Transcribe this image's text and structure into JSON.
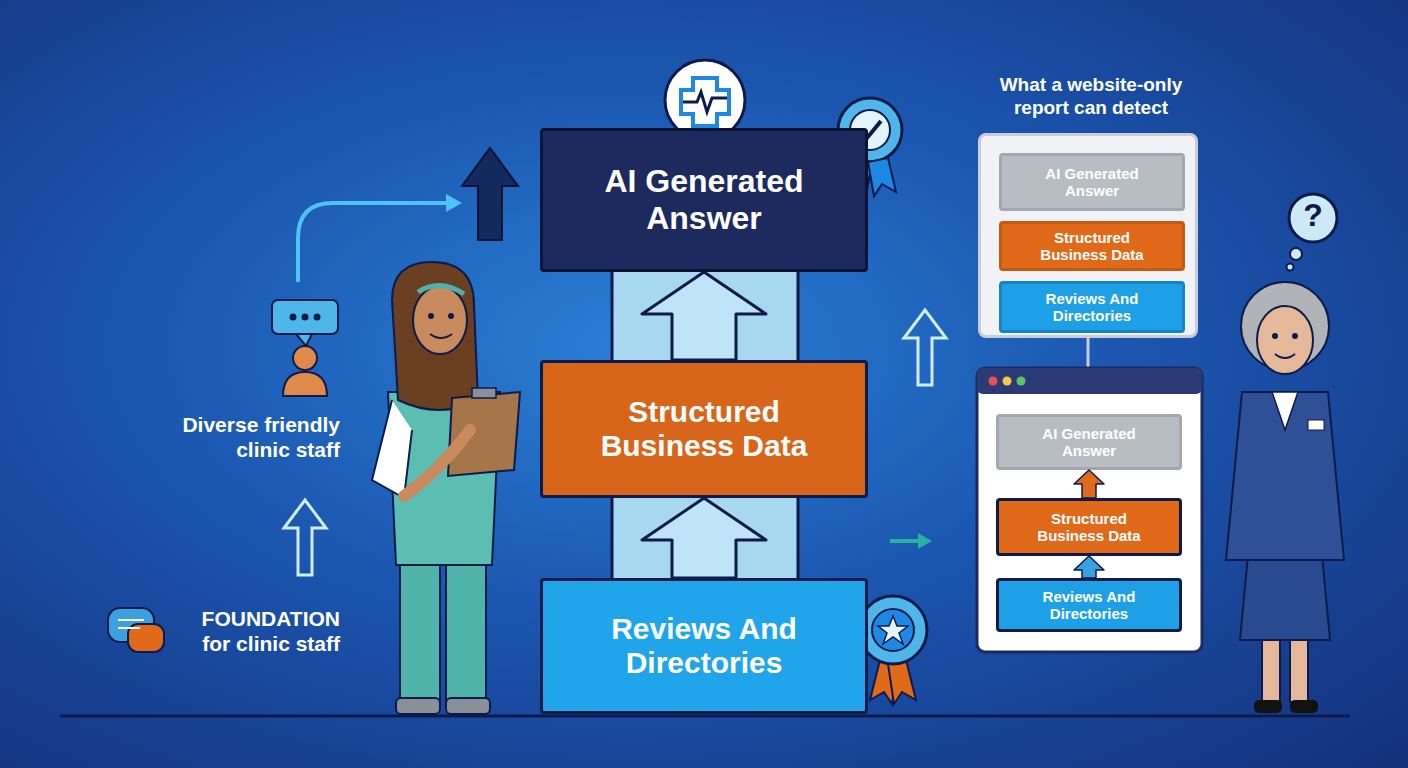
{
  "diagram": {
    "nodes": [
      {
        "text": [
          "AI Generated Answer"
        ]
      },
      {
        "text": [
          "Structured Business Data"
        ]
      },
      {
        "text": [
          "Reviews And Directories"
        ]
      },
      {
        "text": [
          "What a website-only report can detect"
        ]
      },
      {
        "text": [
          "AI Generated Answer"
        ],
        "in": 3
      },
      {
        "text": [
          "Structured Business Data"
        ],
        "in": 3
      },
      {
        "text": [
          "Reviews And Directories"
        ],
        "in": 3
      },
      {
        "text": [
          "AI Generated Answer"
        ]
      },
      {
        "text": [
          "Structured Business Data"
        ]
      },
      {
        "text": [
          "Reviews And Directories"
        ]
      }
    ],
    "edges": [
      {
        "from": 2,
        "to": 1,
        "arrow": "to"
      },
      {
        "from": 1,
        "to": 0,
        "arrow": "to"
      },
      {
        "from": 9,
        "to": 8,
        "arrow": "to"
      },
      {
        "from": 8,
        "to": 7,
        "arrow": "to"
      }
    ],
    "labels": [
      "Diverse friendly clinic staff",
      "FOUNDATION for clinic staff",
      "?"
    ]
  }
}
